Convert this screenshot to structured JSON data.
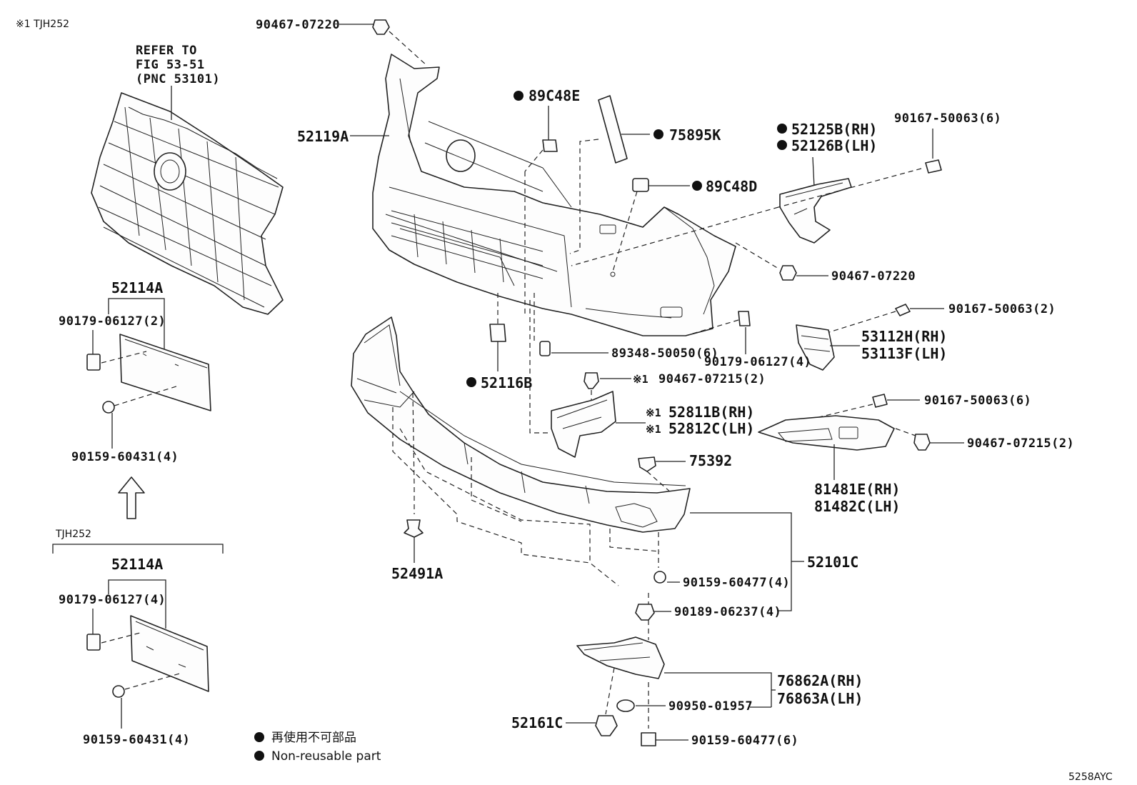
{
  "diagram": {
    "top_note": "※1 TJH252",
    "code": "5258AYC",
    "refer_note": [
      "REFER TO",
      "FIG 53-51",
      "(PNC 53101)"
    ],
    "tjh_label": "TJH252",
    "legend": [
      {
        "symbol": "●",
        "text": "再使用不可部品"
      },
      {
        "symbol": "●",
        "text": "Non-reusable part"
      }
    ],
    "labels": {
      "p90467_07220_top": "90467-07220",
      "p52119A": "52119A",
      "p89C48E": "89C48E",
      "p75895K": "75895K",
      "p89C48D": "89C48D",
      "p52125B": "52125B(RH)",
      "p52126B": "52126B(LH)",
      "p90167_50063_6a": "90167-50063(6)",
      "p90467_07220_mid": "90467-07220",
      "p90167_50063_2": "90167-50063(2)",
      "p53112H": "53112H(RH)",
      "p53113F": "53113F(LH)",
      "p90179_06127_4mid": "90179-06127(4)",
      "p89348": "89348-50050(6)",
      "p52116B": "52116B",
      "p90467_07215_2a": "90467-07215(2)",
      "p52811B": "52811B(RH)",
      "p52812C": "52812C(LH)",
      "p90167_50063_6b": "90167-50063(6)",
      "p90467_07215_2b": "90467-07215(2)",
      "p75392": "75392",
      "p81481E": "81481E(RH)",
      "p81482C": "81482C(LH)",
      "p52101C": "52101C",
      "p52491A": "52491A",
      "p90159_60477_4": "90159-60477(4)",
      "p90189_06237_4": "90189-06237(4)",
      "p76862A": "76862A(RH)",
      "p76863A": "76863A(LH)",
      "p90950_01957": "90950-01957",
      "p52161C": "52161C",
      "p90159_60477_6": "90159-60477(6)",
      "p52114A_a": "52114A",
      "p90179_06127_2": "90179-06127(2)",
      "p90159_60431_a": "90159-60431(4)",
      "p52114A_b": "52114A",
      "p90179_06127_4b": "90179-06127(4)",
      "p90159_60431_b": "90159-60431(4)"
    },
    "marks": {
      "ref1": "※1",
      "ref2": "※1",
      "ref3": "※1"
    }
  }
}
